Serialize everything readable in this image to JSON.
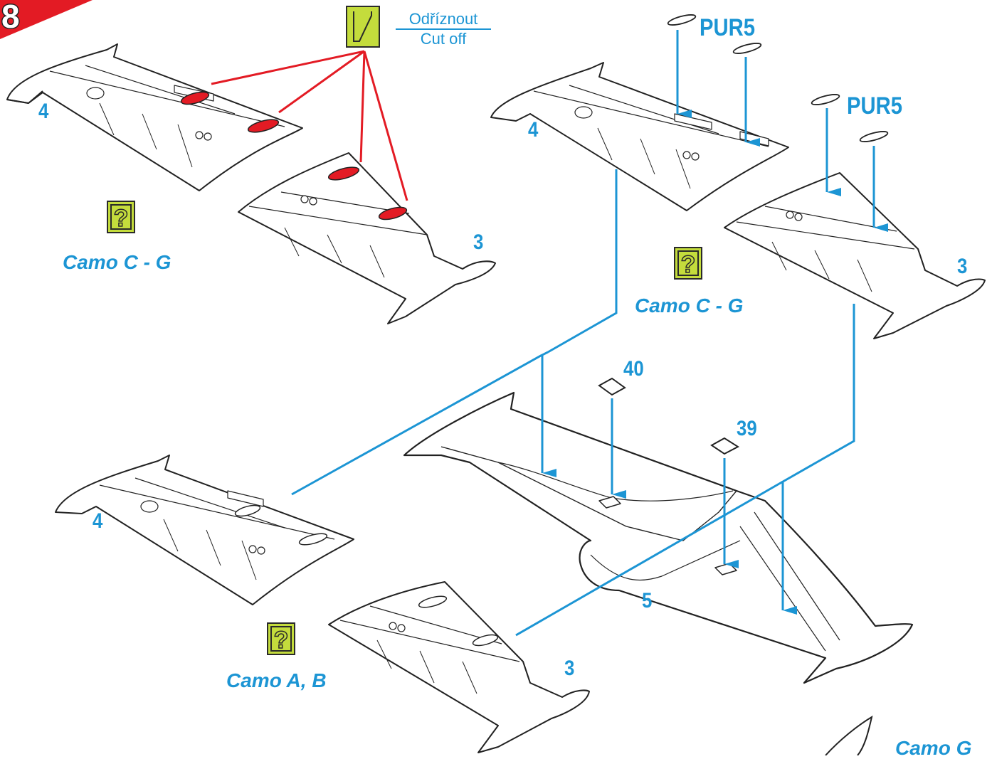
{
  "step": "8",
  "cut_off": {
    "line1": "Odříznout",
    "line2": "Cut off"
  },
  "pur_label": "PUR5",
  "camo": {
    "top_left": "Camo C - G",
    "top_right": "Camo C - G",
    "bottom_left": "Camo A, B",
    "bottom_right": "Camo G"
  },
  "help_icon": "?",
  "parts": {
    "wing_left": "4",
    "wing_right": "3",
    "center_wing": "5",
    "part_40": "40",
    "part_39": "39"
  },
  "colors": {
    "accent": "#1c95d4",
    "step_banner": "#e31b24",
    "cut_marker": "#e31b24",
    "help_box": "#c4dc3c",
    "outline": "#222222"
  }
}
